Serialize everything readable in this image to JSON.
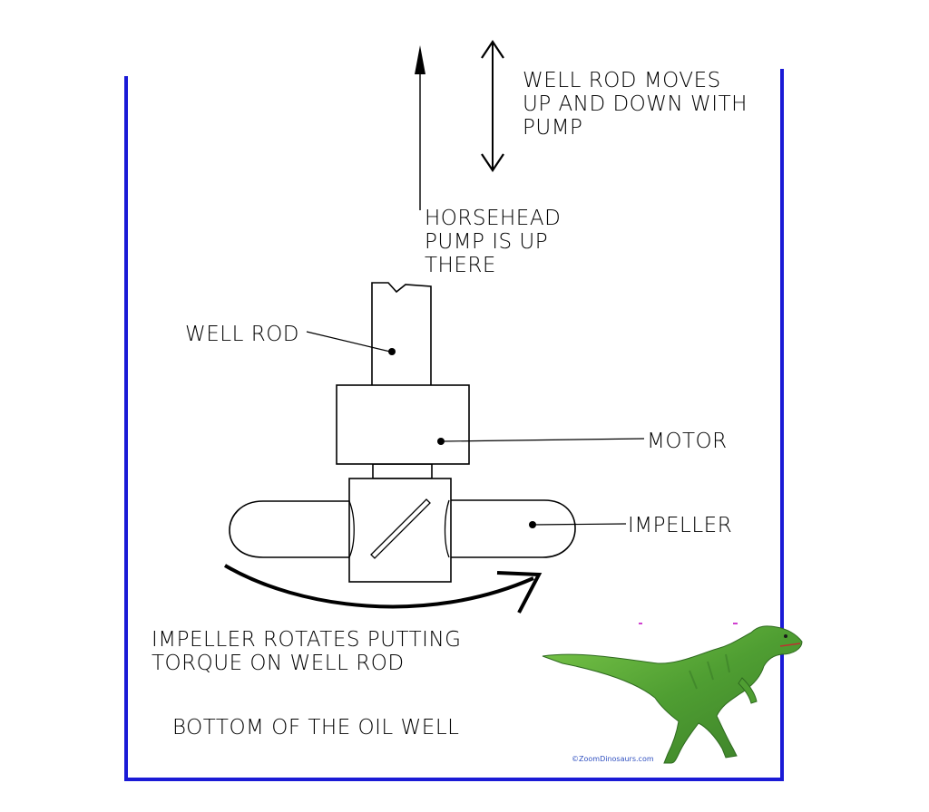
{
  "labels": {
    "well_rod_moves": [
      "WELL ROD MOVES",
      "UP AND DOWN WITH",
      "PUMP"
    ],
    "horsehead": [
      "HORSEHEAD",
      "PUMP IS UP",
      "THERE"
    ],
    "well_rod": "WELL ROD",
    "motor": "MOTOR",
    "impeller": "IMPELLER",
    "impeller_rotates": [
      "IMPELLER ROTATES PUTTING",
      "TORQUE ON WELL ROD"
    ],
    "bottom": "BOTTOM OF THE OIL WELL"
  },
  "credit": "©ZoomDinosaurs.com",
  "colors": {
    "well_wall": "#1a1ad6",
    "lines": "#000000",
    "dinosaur": "#5aa83a"
  }
}
